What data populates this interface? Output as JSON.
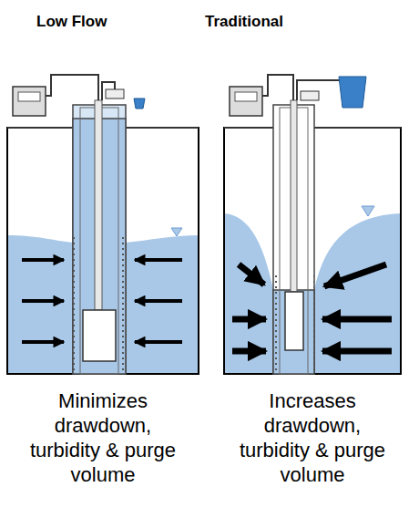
{
  "diagram": {
    "labels": [
      "Low Flow",
      "Traditional",
      "Minimizes drawdown, turbidity & purge volume",
      "Increases drawdown, turbidity & purge volume"
    ]
  }
}
